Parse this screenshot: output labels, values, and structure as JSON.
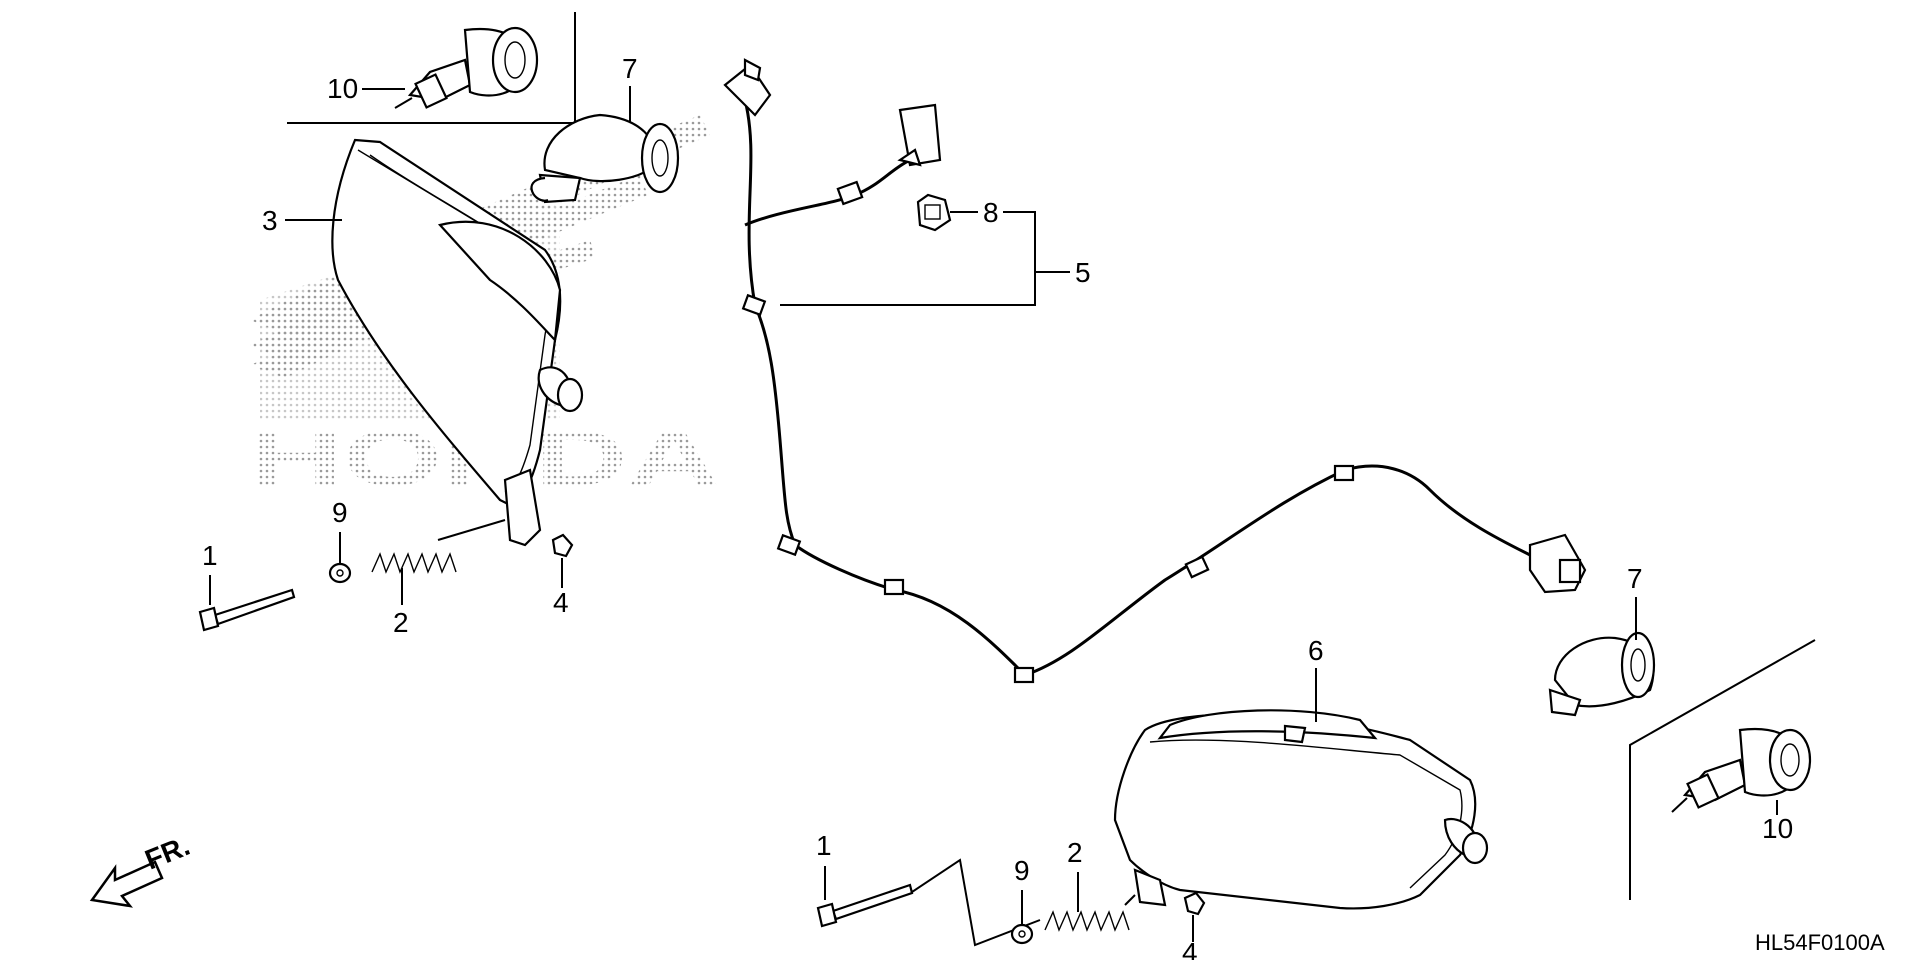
{
  "callouts": [
    {
      "id": "1a",
      "label": "1"
    },
    {
      "id": "2a",
      "label": "2"
    },
    {
      "id": "3",
      "label": "3"
    },
    {
      "id": "4a",
      "label": "4"
    },
    {
      "id": "5",
      "label": "5"
    },
    {
      "id": "6",
      "label": "6"
    },
    {
      "id": "7a",
      "label": "7"
    },
    {
      "id": "7b",
      "label": "7"
    },
    {
      "id": "8",
      "label": "8"
    },
    {
      "id": "9a",
      "label": "9"
    },
    {
      "id": "10a",
      "label": "10"
    },
    {
      "id": "1b",
      "label": "1"
    },
    {
      "id": "2b",
      "label": "2"
    },
    {
      "id": "4b",
      "label": "4"
    },
    {
      "id": "9b",
      "label": "9"
    },
    {
      "id": "10b",
      "label": "10"
    }
  ],
  "watermark": "HONDA",
  "front_marker": "FR.",
  "diagram_code": "HL54F0100A",
  "colors": {
    "ink": "#000000",
    "paper": "#ffffff",
    "halftone": "#9a9a9a"
  }
}
